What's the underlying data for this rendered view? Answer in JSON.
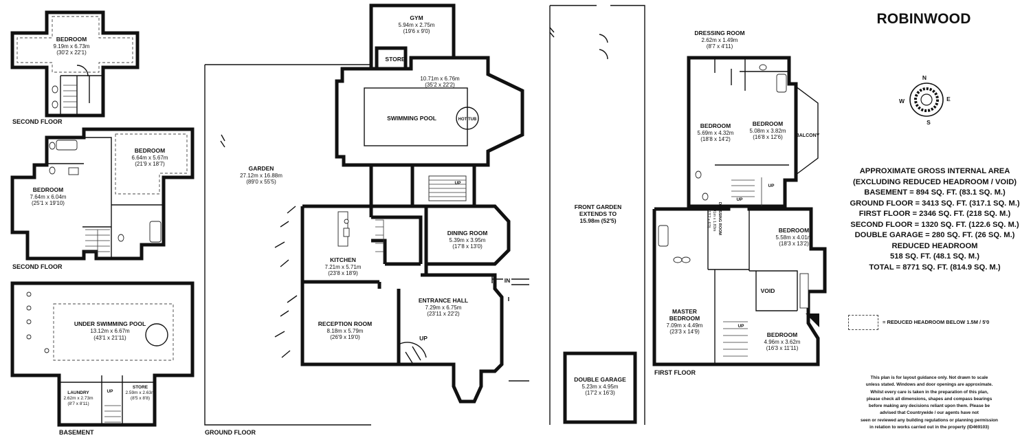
{
  "title": "ROBINWOOD",
  "floors": {
    "second_a": "SECOND FLOOR",
    "second_b": "SECOND FLOOR",
    "basement": "BASEMENT",
    "ground": "GROUND FLOOR",
    "first": "FIRST FLOOR"
  },
  "rooms": {
    "sf_bedroom": {
      "name": "BEDROOM",
      "metric": "9.19m x 6.73m",
      "imperial": "(30'2 x 22'1)"
    },
    "sf2_bedroom_right": {
      "name": "BEDROOM",
      "metric": "6.64m x 5.67m",
      "imperial": "(21'9 x 18'7)"
    },
    "sf2_bedroom_left": {
      "name": "BEDROOM",
      "metric": "7.64m x 6.04m",
      "imperial": "(25'1 x 19'10)"
    },
    "under_pool": {
      "name": "UNDER SWIMMING POOL",
      "metric": "13.12m x 6.67m",
      "imperial": "(43'1 x 21'11)"
    },
    "laundry": {
      "name": "LAUNDRY",
      "metric": "2.62m x 2.73m",
      "imperial": "(8'7 x 8'11)"
    },
    "store_b": {
      "name": "STORE",
      "metric": "2.59m x 2.63m",
      "imperial": "(8'5 x 8'8)"
    },
    "gym": {
      "name": "GYM",
      "metric": "5.94m x 2.75m",
      "imperial": "(19'6 x 9'0)"
    },
    "store_g": {
      "name": "STORE"
    },
    "pool": {
      "name": "SWIMMING POOL",
      "metric": "10.71m x 6.76m",
      "imperial": "(35'2 x 22'2)"
    },
    "hot_tub": {
      "name": "HOT TUB"
    },
    "garden": {
      "name": "GARDEN",
      "metric": "27.12m x 16.88m",
      "imperial": "(89'0 x 55'5)"
    },
    "dining": {
      "name": "DINING ROOM",
      "metric": "5.39m x 3.95m",
      "imperial": "(17'8 x 13'0)"
    },
    "kitchen": {
      "name": "KITCHEN",
      "metric": "7.21m x 5.71m",
      "imperial": "(23'8 x 18'9)"
    },
    "entrance": {
      "name": "ENTRANCE HALL",
      "metric": "7.29m x 6.75m",
      "imperial": "(23'11 x 22'2)"
    },
    "reception": {
      "name": "RECEPTION ROOM",
      "metric": "8.18m x 5.79m",
      "imperial": "(26'9 x 19'0)"
    },
    "front_garden": {
      "line1": "FRONT GARDEN",
      "line2": "EXTENDS TO",
      "line3": "15.98m (52'5)"
    },
    "garage": {
      "name": "DOUBLE GARAGE",
      "metric": "5.23m x 4.95m",
      "imperial": "(17'2 x 16'3)"
    },
    "dressing_top": {
      "name": "DRESSING ROOM",
      "metric": "2.62m x 1.49m",
      "imperial": "(8'7 x 4'11)"
    },
    "ff_bed_a": {
      "name": "BEDROOM",
      "metric": "5.69m x 4.32m",
      "imperial": "(18'8 x 14'2)"
    },
    "ff_bed_b": {
      "name": "BEDROOM",
      "metric": "5.08m x 3.82m",
      "imperial": "(16'8 x 12'6)"
    },
    "balcony": {
      "name": "BALCONY"
    },
    "dressing_side": {
      "name": "DRESSING ROOM",
      "metric": "4.01m x 1.83m",
      "imperial": "(13'2 x 6'0)"
    },
    "ff_bed_c": {
      "name": "BEDROOM",
      "metric": "5.58m x 4.01m",
      "imperial": "(18'3 x 13'2)"
    },
    "void": {
      "name": "VOID"
    },
    "master": {
      "name": "MASTER",
      "name2": "BEDROOM",
      "metric": "7.09m x 4.49m",
      "imperial": "(23'3 x 14'9)"
    },
    "ff_bed_d": {
      "name": "BEDROOM",
      "metric": "4.96m x 3.62m",
      "imperial": "(16'3 x 11'11)"
    }
  },
  "labels": {
    "up": "UP",
    "in": "IN"
  },
  "compass": {
    "n": "N",
    "e": "E",
    "s": "S",
    "w": "W"
  },
  "area": {
    "l1": "APPROXIMATE GROSS INTERNAL AREA",
    "l2": "(EXCLUDING REDUCED HEADROOM / VOID)",
    "l3": "BASEMENT = 894 SQ. FT. (83.1 SQ. M.)",
    "l4": "GROUND FLOOR = 3413 SQ. FT. (317.1 SQ. M.)",
    "l5": "FIRST FLOOR = 2346 SQ. FT. (218 SQ. M.)",
    "l6": "SECOND FLOOR = 1320 SQ. FT. (122.6 SQ. M.)",
    "l7": "DOUBLE GARAGE = 280 SQ. FT. (26 SQ. M.)",
    "l8": "REDUCED HEADROOM",
    "l9": "518 SQ. FT. (48.1 SQ. M.)",
    "l10": "TOTAL = 8771 SQ. FT. (814.9 SQ. M.)"
  },
  "legend": "= REDUCED HEADROOM BELOW 1.5M / 5'0",
  "disclaimer": {
    "l1": "This plan is for layout guidance only. Not drawn to scale",
    "l2": "unless stated. Windows and door openings are approximate.",
    "l3": "Whilst every care is taken in the preparation of this plan,",
    "l4": "please check all dimensions, shapes and compass bearings",
    "l5": "before making any decisions reliant upon them. Please be",
    "l6": "advised that Countrywide / our agents have not",
    "l7": "seen or reviewed any building regulations or planning permission",
    "l8": "in relation to works carried out in the property (ID469103)"
  }
}
